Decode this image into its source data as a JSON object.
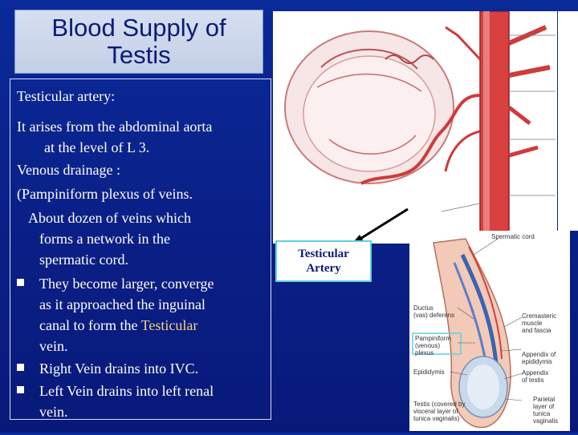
{
  "title": {
    "line1": "Blood  Supply of",
    "line2": "Testis"
  },
  "content": {
    "heading": "Testicular artery:",
    "p1_line1": "It arises from the abdominal aorta",
    "p1_line2": "at the level of L 3.",
    "venous": "Venous drainage :",
    "pampiniform": "(Pampiniform plexus  of veins.",
    "dozen_line1": "About dozen of veins which",
    "dozen_line2": "forms a network  in the",
    "dozen_line3": "spermatic cord.",
    "b1_line1": "They become larger, converge",
    "b1_line2": "as it approached the inguinal",
    "b1_line3_pre": "canal to form the ",
    "b1_line3_hl": "Testicular",
    "b1_line4": "vein.",
    "b2_line1": "Right Vein drains into IVC.",
    "b3_line1": "Left Vein drains into left  renal",
    "b3_line2": "vein."
  },
  "callout": {
    "line1": "Testicular",
    "line2": "Artery"
  },
  "diagram_labels": {
    "spermatic_cord": "Spermatic cord",
    "ductus_1": "Ductus",
    "ductus_2": "(vas) deferens",
    "cremasteric_1": "Cremasteric",
    "cremasteric_2": "muscle",
    "cremasteric_3": "and fascia",
    "pampiniform_1": "Pampiniform",
    "pampiniform_2": "(venous)",
    "pampiniform_3": "plexus",
    "appendix_epi_1": "Appendix of",
    "appendix_epi_2": "epididymis",
    "epididymis": "Epididymis",
    "appendix_testis_1": "Appendix",
    "appendix_testis_2": "of testis",
    "testis_1": "Testis (covered by",
    "testis_2": "visceral layer of",
    "testis_3": "tunica vaginalis)",
    "parietal_1": "Parietal",
    "parietal_2": "layer of",
    "parietal_3": "tunica",
    "parietal_4": "vaginalis"
  },
  "colors": {
    "background": "#0a1f86",
    "title_box": "#c8d3ea",
    "title_text": "#0b1a78",
    "highlight": "#f4d37a",
    "artery": "#d73a3a",
    "callout_border": "#60d0e4"
  }
}
